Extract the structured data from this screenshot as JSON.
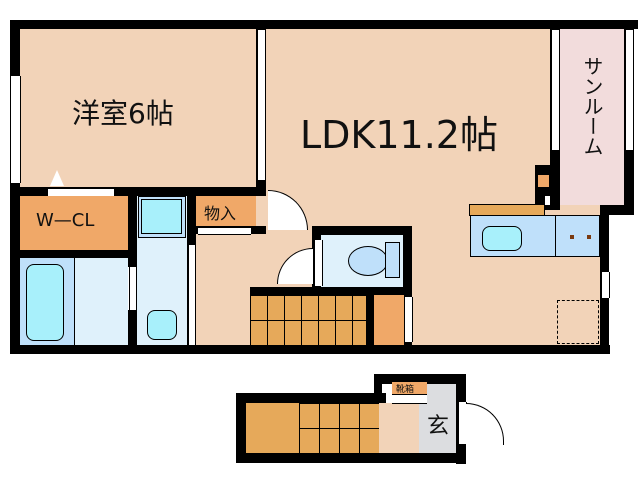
{
  "floorplan": {
    "rooms": {
      "western_room": {
        "label": "洋室6帖"
      },
      "ldk": {
        "label": "LDK11.2帖"
      },
      "sunroom": {
        "label": "サンルーム"
      },
      "walk_in_closet": {
        "label": "W—CL"
      },
      "storage": {
        "label": "物入"
      },
      "shoe_cabinet": {
        "label": "靴箱"
      },
      "entrance": {
        "label": "玄"
      }
    },
    "colors": {
      "wall": "#000000",
      "floor": "#f2d3b8",
      "storage": "#f0a868",
      "stairs": "#e6a95a",
      "wet_area": "#dff1fb",
      "fixture": "#a8f0fb",
      "sunroom": "#f2dcdc",
      "entrance": "#dcdde0"
    }
  }
}
